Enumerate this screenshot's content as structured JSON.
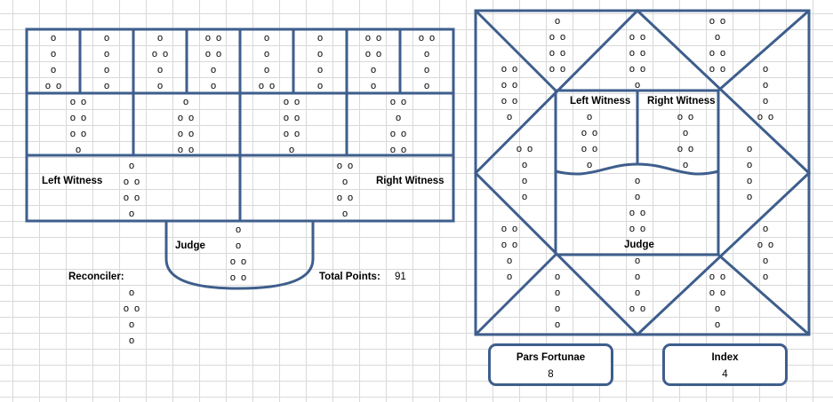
{
  "colors": {
    "line": "#3e5e8c",
    "grid": "#d9d9d9"
  },
  "shield": {
    "mothers_daughters": [
      [
        1,
        1,
        1,
        2
      ],
      [
        1,
        1,
        1,
        1
      ],
      [
        1,
        2,
        1,
        1
      ],
      [
        2,
        2,
        1,
        1
      ],
      [
        1,
        1,
        1,
        2
      ],
      [
        1,
        1,
        1,
        1
      ],
      [
        2,
        2,
        1,
        1
      ],
      [
        2,
        1,
        1,
        1
      ]
    ],
    "nieces": [
      [
        2,
        2,
        2,
        1
      ],
      [
        1,
        2,
        2,
        2
      ],
      [
        2,
        2,
        2,
        1
      ],
      [
        2,
        1,
        2,
        2
      ]
    ],
    "left_witness": {
      "label": "Left Witness",
      "figure": [
        1,
        2,
        2,
        1
      ]
    },
    "right_witness": {
      "label": "Right Witness",
      "figure": [
        2,
        1,
        2,
        1
      ]
    },
    "judge": {
      "label": "Judge",
      "figure": [
        1,
        1,
        2,
        2
      ]
    },
    "reconciler": {
      "label": "Reconciler:",
      "figure": [
        1,
        2,
        1,
        1
      ]
    },
    "total_points": {
      "label": "Total Points:",
      "value": "91"
    }
  },
  "house_chart": {
    "houses": {
      "top_left": [
        1,
        2,
        2,
        2
      ],
      "top_center": [
        2,
        2,
        2,
        1
      ],
      "top_right": [
        2,
        1,
        2,
        2
      ],
      "left_upper": [
        2,
        2,
        2,
        1
      ],
      "right_upper": [
        1,
        1,
        1,
        2
      ],
      "left_middle": [
        2,
        1,
        1,
        1
      ],
      "right_middle": [
        1,
        1,
        1,
        1
      ],
      "left_lower": [
        2,
        2,
        1,
        1
      ],
      "right_lower": [
        1,
        2,
        1,
        1
      ],
      "bottom_left": [
        1,
        1,
        1,
        1
      ],
      "bottom_center": [
        1,
        1,
        1,
        2
      ],
      "bottom_right": [
        2,
        2,
        1,
        1
      ]
    },
    "left_witness": {
      "label": "Left Witness",
      "figure": [
        1,
        2,
        2,
        1
      ]
    },
    "right_witness": {
      "label": "Right Witness",
      "figure": [
        2,
        1,
        2,
        1
      ]
    },
    "judge": {
      "label": "Judge",
      "figure": [
        1,
        1,
        2,
        2
      ]
    }
  },
  "pars_fortunae": {
    "label": "Pars Fortunae",
    "value": "8"
  },
  "index": {
    "label": "Index",
    "value": "4"
  }
}
